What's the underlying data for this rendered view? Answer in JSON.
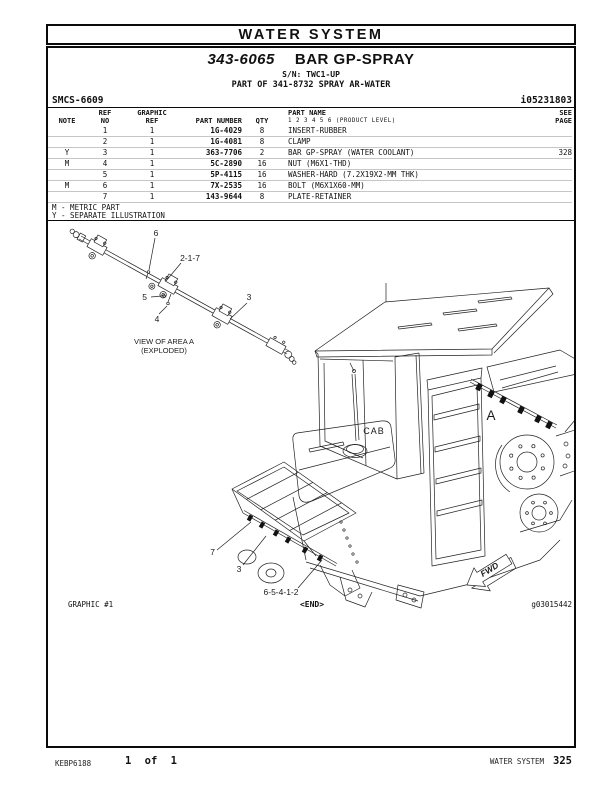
{
  "header": {
    "section_title": "WATER SYSTEM"
  },
  "title_block": {
    "part_number": "343-6065",
    "part_name": "BAR GP-SPRAY",
    "serial_line": "S/N: TWC1-UP",
    "part_of_line": "PART OF 341-8732 SPRAY AR-WATER",
    "smcs_code": "SMCS-6609",
    "media_id": "i05231803"
  },
  "parts_table": {
    "columns": {
      "note": "NOTE",
      "ref_line1": "REF",
      "ref_line2": "NO",
      "graphic_line1": "GRAPHIC",
      "graphic_line2": "REF",
      "part_number": "PART NUMBER",
      "qty": "QTY",
      "part_name": "PART NAME",
      "product_level": "1  2  3  4  5  6  (PRODUCT LEVEL)",
      "see_line1": "SEE",
      "see_line2": "PAGE"
    },
    "rows": [
      {
        "note": "",
        "ref": "1",
        "graphic": "1",
        "part_number": "1G-4029",
        "qty": "8",
        "part_name": "INSERT-RUBBER",
        "see_page": ""
      },
      {
        "note": "",
        "ref": "2",
        "graphic": "1",
        "part_number": "1G-4081",
        "qty": "8",
        "part_name": "CLAMP",
        "see_page": ""
      },
      {
        "note": "Y",
        "ref": "3",
        "graphic": "1",
        "part_number": "363-7706",
        "qty": "2",
        "part_name": "BAR GP-SPRAY (WATER COOLANT)",
        "see_page": "328"
      },
      {
        "note": "M",
        "ref": "4",
        "graphic": "1",
        "part_number": "5C-2890",
        "qty": "16",
        "part_name": "NUT (M6X1-THD)",
        "see_page": ""
      },
      {
        "note": "",
        "ref": "5",
        "graphic": "1",
        "part_number": "5P-4115",
        "qty": "16",
        "part_name": "WASHER-HARD (7.2X19X2-MM THK)",
        "see_page": ""
      },
      {
        "note": "M",
        "ref": "6",
        "graphic": "1",
        "part_number": "7X-2535",
        "qty": "16",
        "part_name": "BOLT (M6X1X60-MM)",
        "see_page": ""
      },
      {
        "note": "",
        "ref": "7",
        "graphic": "1",
        "part_number": "143-9644",
        "qty": "8",
        "part_name": "PLATE-RETAINER",
        "see_page": ""
      }
    ],
    "legend": [
      "M - METRIC PART",
      "Y - SEPARATE ILLUSTRATION"
    ]
  },
  "illustration": {
    "exploded": {
      "callout_6": "6",
      "callout_2_1_7": "2-1-7",
      "callout_5": "5",
      "callout_4": "4",
      "callout_3": "3",
      "caption_line1": "VIEW OF AREA A",
      "caption_line2": "(EXPLODED)"
    },
    "machine": {
      "cab_label": "CAB",
      "area_label": "A",
      "fwd_label": "FWD",
      "callout_7": "7",
      "callout_3": "3",
      "callout_group": "6-5-4-1-2"
    },
    "graphic_label": "GRAPHIC #1",
    "end_marker": "<END>",
    "graphic_id": "g03015442"
  },
  "footer": {
    "doc_code": "KEBP6188",
    "page_indicator": "1 of 1",
    "section": "WATER SYSTEM",
    "page_number": "325"
  }
}
